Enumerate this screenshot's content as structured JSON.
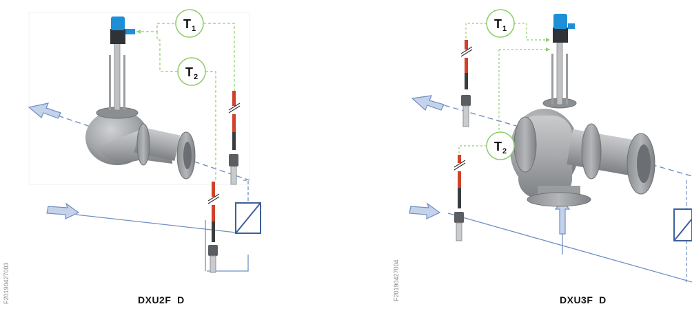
{
  "panels": [
    {
      "caption": "DXU2F  D",
      "side_code": "F20190427003",
      "sensors": [
        {
          "main": "T",
          "sub": "1"
        },
        {
          "main": "T",
          "sub": "2"
        }
      ]
    },
    {
      "caption": "DXU3F  D",
      "side_code": "F20190427004",
      "sensors": [
        {
          "main": "T",
          "sub": "1"
        },
        {
          "main": "T",
          "sub": "2"
        }
      ]
    }
  ],
  "colors": {
    "pipe_line": "#6f8fc4",
    "signal_line": "#8fce6a",
    "valve_body": "#a9abae",
    "actuator_cap": "#1e8fd6",
    "probe_red": "#d2412a"
  }
}
